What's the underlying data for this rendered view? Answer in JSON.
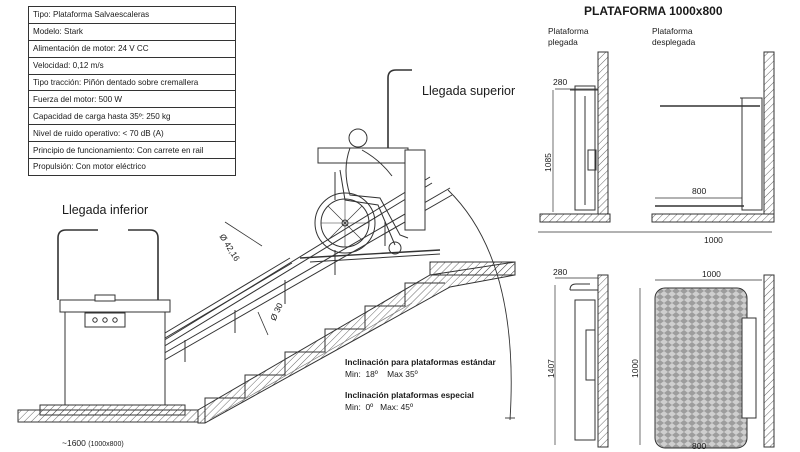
{
  "specs": [
    "Tipo: Plataforma Salvaescaleras",
    "Modelo: Stark",
    "Alimentación de motor: 24 V CC",
    "Velocidad: 0,12 m/s",
    "Tipo tracción: Piñón dentado sobre cremallera",
    "Fuerza del motor: 500 W",
    "Capacidad de carga hasta 35º: 250 kg",
    "Nivel de ruido operativo: < 70 dB (A)",
    "Principio de funcionamiento: Con carrete en rail",
    "Propulsión: Con motor eléctrico"
  ],
  "labels": {
    "upper_landing": "Llegada superior",
    "lower_landing": "Llegada inferior",
    "platform_title": "PLATAFORMA 1000x800",
    "folded": [
      "Plataforma",
      "plegada"
    ],
    "unfolded": [
      "Plataforma",
      "desplegada"
    ]
  },
  "dimensions": {
    "d1": "Ø 42,16",
    "d2": "Ø 30",
    "bottom_len": "~1600",
    "bottom_len_note": "(1000x800)",
    "w280_top": "280",
    "h1085": "1085",
    "w800_top": "800",
    "w1000_top": "1000",
    "w280_bot": "280",
    "h1407": "1407",
    "w1000_bot": "1000",
    "h1000_side": "1000",
    "w800_bot": "800"
  },
  "notes": {
    "standard_title": "Inclinación para plataformas estándar",
    "standard_values": "Min:  18º    Max 35º",
    "special_title": "Inclinación plataformas especial",
    "special_values": "Min:  0º   Max: 45º"
  }
}
